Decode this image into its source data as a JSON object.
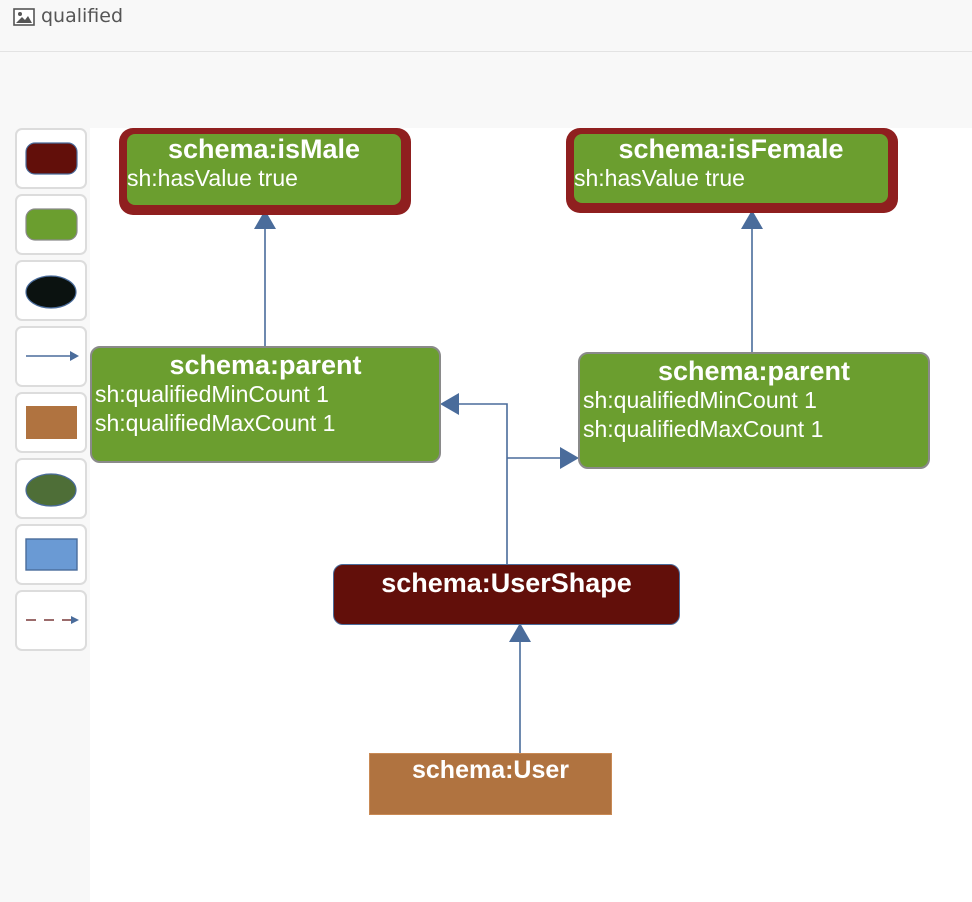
{
  "window": {
    "title": "qualified",
    "title_icon": "image-icon"
  },
  "palette": {
    "items": [
      {
        "name": "shape-tool",
        "icon": "rounded-rect-darkred-icon",
        "color": "#620f0a"
      },
      {
        "name": "property-shape-tool",
        "icon": "rounded-rect-green-icon",
        "color": "#6b9e2f"
      },
      {
        "name": "node-tool",
        "icon": "ellipse-black-icon",
        "color": "#0b1210"
      },
      {
        "name": "edge-tool",
        "icon": "arrow-right-icon",
        "color": "#4a6c9b"
      },
      {
        "name": "class-tool",
        "icon": "rect-brown-icon",
        "color": "#b07340"
      },
      {
        "name": "literal-tool",
        "icon": "ellipse-darkgreen-icon",
        "color": "#4e6e37"
      },
      {
        "name": "datatype-tool",
        "icon": "rect-blue-icon",
        "color": "#6a9ad4"
      },
      {
        "name": "dashed-edge-tool",
        "icon": "dashed-arrow-icon",
        "color": "#7a3a3a"
      }
    ]
  },
  "diagram": {
    "colors": {
      "edge": "#4a6c9b",
      "qualifier_border": "#8f1f1f",
      "property_fill": "#6b9e2f",
      "shape_fill": "#620f0a",
      "class_fill": "#b07340"
    },
    "is_male": {
      "title": "schema:isMale",
      "props": [
        "sh:hasValue true"
      ]
    },
    "is_female": {
      "title": "schema:isFemale",
      "props": [
        "sh:hasValue true"
      ]
    },
    "parent_left": {
      "title": "schema:parent",
      "props": [
        "sh:qualifiedMinCount 1",
        "sh:qualifiedMaxCount 1"
      ]
    },
    "parent_right": {
      "title": "schema:parent",
      "props": [
        "sh:qualifiedMinCount 1",
        "sh:qualifiedMaxCount 1"
      ]
    },
    "user_shape": {
      "title": "schema:UserShape"
    },
    "user": {
      "title": "schema:User"
    }
  }
}
